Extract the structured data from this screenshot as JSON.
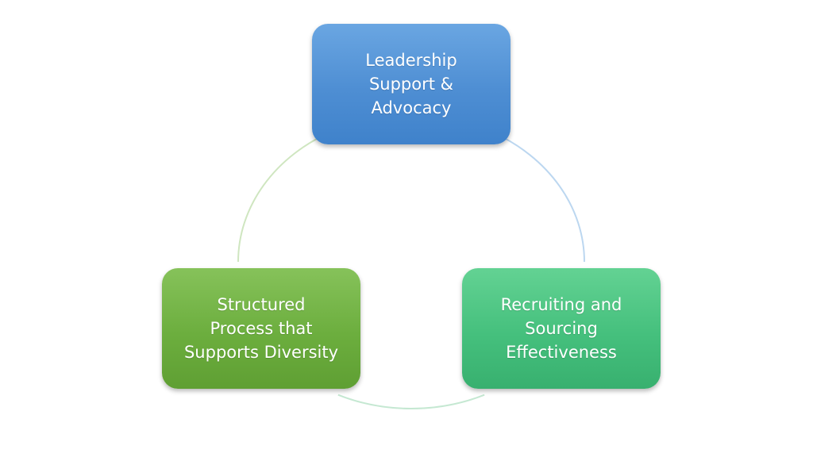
{
  "diagram": {
    "nodes": [
      {
        "id": "leadership",
        "label": "Leadership\nSupport &\nAdvocacy",
        "color": "#4e8ed3"
      },
      {
        "id": "structured-process",
        "label": "Structured\nProcess that\nSupports Diversity",
        "color": "#6cae3e"
      },
      {
        "id": "recruiting",
        "label": "Recruiting and\nSourcing\nEffectiveness",
        "color": "#45c07d"
      }
    ],
    "ring_colors": {
      "top_right": "#bcd7f0",
      "bottom": "#c5e8d2",
      "left": "#cfe6c0"
    }
  }
}
